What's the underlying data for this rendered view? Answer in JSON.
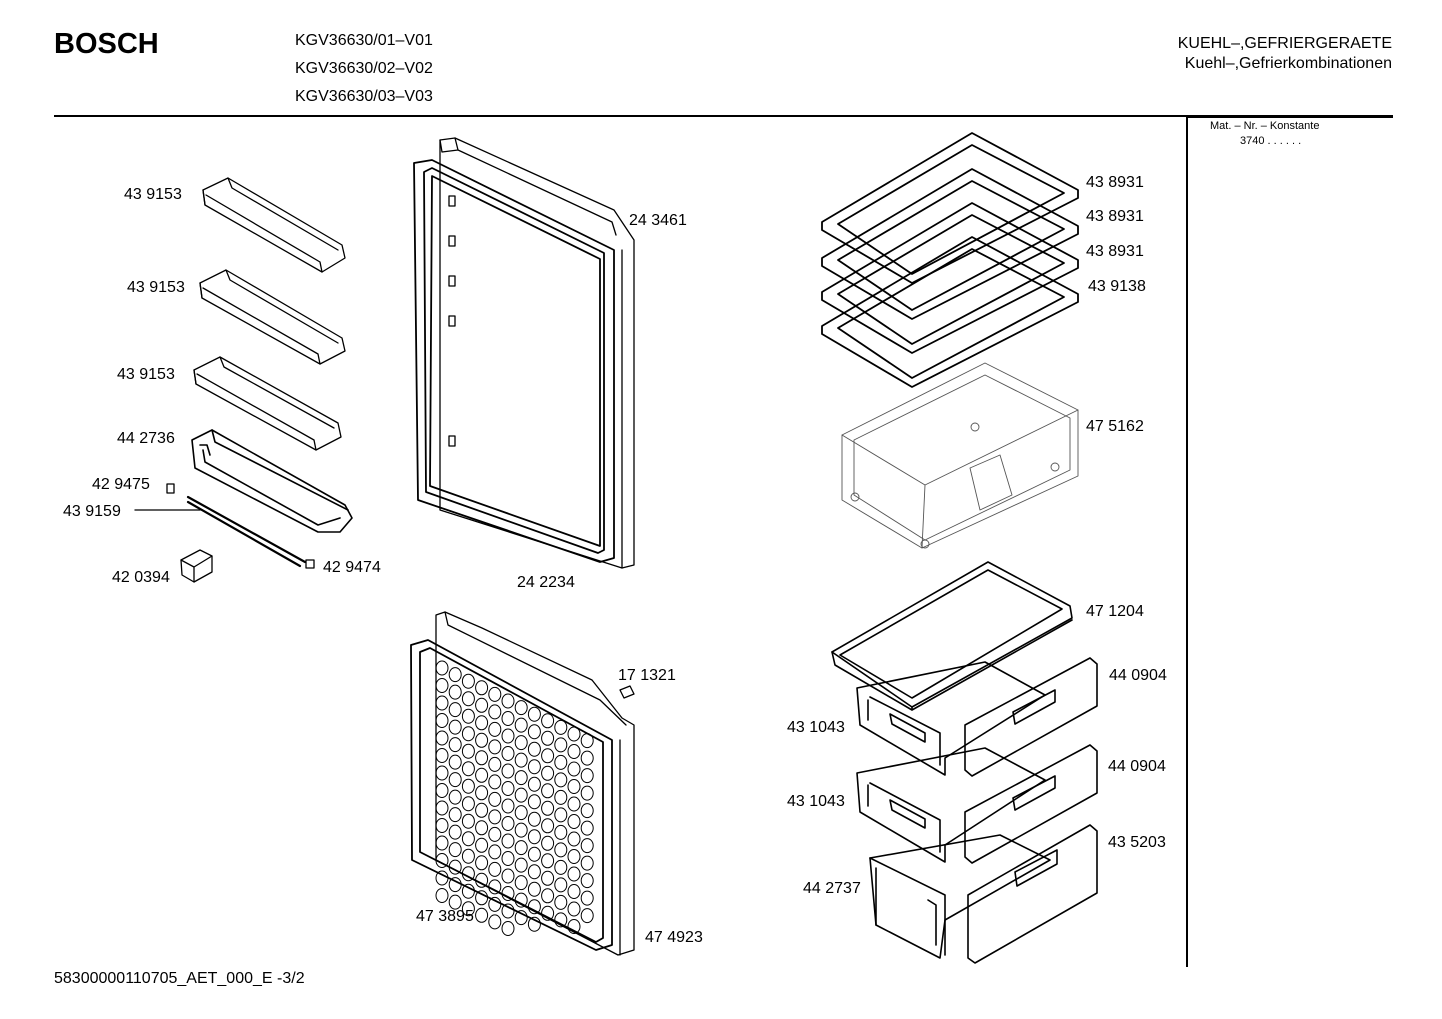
{
  "header": {
    "brand": "BOSCH",
    "models": [
      "KGV36630/01–V01",
      "KGV36630/02–V02",
      "KGV36630/03–V03"
    ],
    "category": "KUEHL–,GEFRIERGERAETE",
    "subcategory": "Kuehl–,Gefrierkombinationen"
  },
  "mat": {
    "label": "Mat. – Nr. – Konstante",
    "value": "3740 . . . . . ."
  },
  "footer": {
    "code": "58300000110705_AET_000_E -3/2"
  },
  "parts": [
    {
      "id": "p1",
      "label": "43 9153"
    },
    {
      "id": "p2",
      "label": "43 9153"
    },
    {
      "id": "p3",
      "label": "43 9153"
    },
    {
      "id": "p4",
      "label": "44 2736"
    },
    {
      "id": "p5",
      "label": "42 9475"
    },
    {
      "id": "p6",
      "label": "43 9159"
    },
    {
      "id": "p7",
      "label": "42 0394"
    },
    {
      "id": "p8",
      "label": "42 9474"
    },
    {
      "id": "p9",
      "label": "24 3461"
    },
    {
      "id": "p10",
      "label": "24 2234"
    },
    {
      "id": "p11",
      "label": "17 1321"
    },
    {
      "id": "p12",
      "label": "47 3895"
    },
    {
      "id": "p13",
      "label": "47 4923"
    },
    {
      "id": "p14",
      "label": "43 8931"
    },
    {
      "id": "p15",
      "label": "43 8931"
    },
    {
      "id": "p16",
      "label": "43 8931"
    },
    {
      "id": "p17",
      "label": "43 9138"
    },
    {
      "id": "p18",
      "label": "47 5162"
    },
    {
      "id": "p19",
      "label": "47 1204"
    },
    {
      "id": "p20",
      "label": "44 0904"
    },
    {
      "id": "p21",
      "label": "43 1043"
    },
    {
      "id": "p22",
      "label": "44 0904"
    },
    {
      "id": "p23",
      "label": "43 1043"
    },
    {
      "id": "p24",
      "label": "43 5203"
    },
    {
      "id": "p25",
      "label": "44 2737"
    }
  ]
}
